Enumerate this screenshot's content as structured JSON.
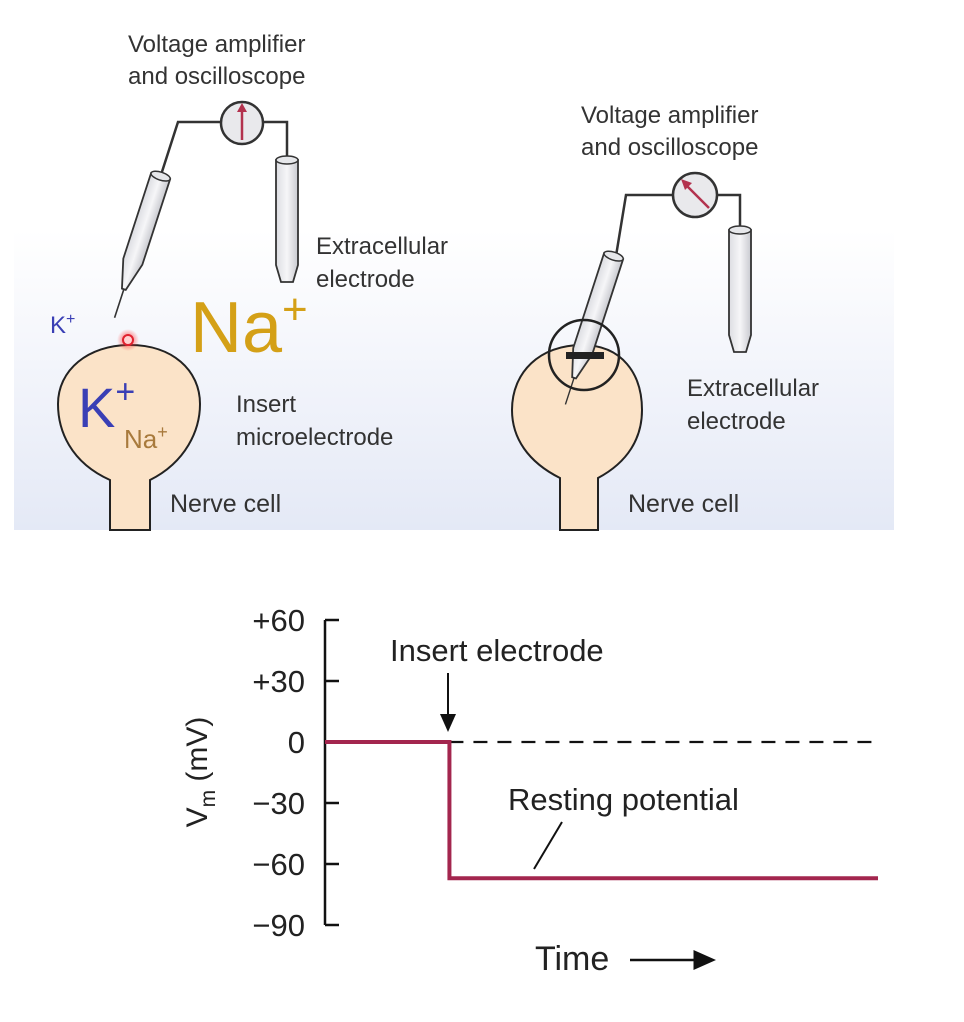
{
  "left_panel": {
    "amplifier_label_line1": "Voltage amplifier",
    "amplifier_label_line2": "and oscilloscope",
    "extracellular_label_line1": "Extracellular",
    "extracellular_label_line2": "electrode",
    "outside_k": "K",
    "outside_k_sup": "+",
    "outside_na": "Na",
    "outside_na_sup": "+",
    "inside_k": "K",
    "inside_k_sup": "+",
    "inside_na": "Na",
    "inside_na_sup": "+",
    "insert_label_line1": "Insert",
    "insert_label_line2": "microelectrode",
    "cell_label": "Nerve cell"
  },
  "right_panel": {
    "amplifier_label_line1": "Voltage amplifier",
    "amplifier_label_line2": "and oscilloscope",
    "extracellular_label_line1": "Extracellular",
    "extracellular_label_line2": "electrode",
    "cell_label": "Nerve cell"
  },
  "colors": {
    "trace": "#a3264e",
    "potassium": "#3a3fb5",
    "sodium_outside": "#d4a017",
    "sodium_inside": "#a87a3c",
    "cell_fill": "#fbe3c8",
    "background_gradient_bottom": "#e4e9f6"
  },
  "chart_data": {
    "type": "line",
    "ylabel_main": "V",
    "ylabel_sub": "m",
    "ylabel_unit": " (mV)",
    "xlabel": "Time",
    "y_ticks": [
      "+60",
      "+30",
      "0",
      "−30",
      "−60",
      "−90"
    ],
    "y_tick_values": [
      60,
      30,
      0,
      -30,
      -60,
      -90
    ],
    "ylim": [
      -90,
      60
    ],
    "x_range": [
      0,
      1
    ],
    "annotations": {
      "insert": "Insert electrode",
      "resting": "Resting potential"
    },
    "series": [
      {
        "values_x": [
          0,
          0.225,
          0.225,
          1
        ],
        "values_y": [
          0,
          0,
          -67,
          -67
        ]
      }
    ],
    "reference_line": {
      "y": 0,
      "x_start": 0.225,
      "x_end": 1,
      "style": "dashed"
    }
  }
}
